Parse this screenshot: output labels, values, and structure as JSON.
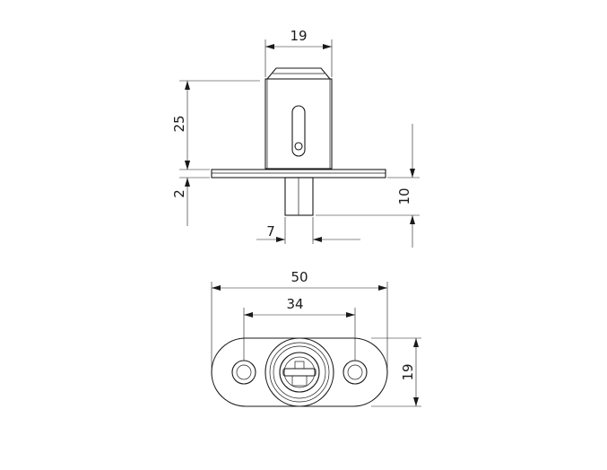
{
  "dimensions": {
    "top_width": "19",
    "body_height": "25",
    "plate_thickness": "2",
    "pin_length": "10",
    "pin_diameter": "7",
    "overall_length": "50",
    "hole_spacing": "34",
    "plate_height": "19"
  }
}
